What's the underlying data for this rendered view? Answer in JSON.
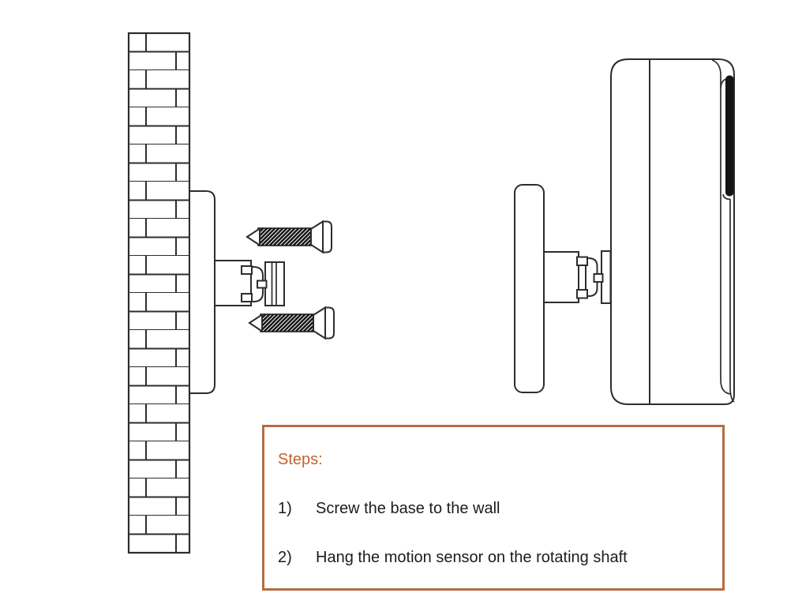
{
  "colors": {
    "line": "#2d2d2d",
    "accent": "#c2632c",
    "box_border": "#b66c44",
    "ink": "#1c1c1c"
  },
  "steps_box": {
    "title": "Steps:",
    "items": [
      {
        "num": "1)",
        "text": "Screw the base to the wall"
      },
      {
        "num": "2)",
        "text": "Hang the motion sensor on the rotating shaft"
      }
    ]
  },
  "diagram": {
    "left_scene": {
      "wall": "brick-wall",
      "base": "wall-base",
      "bracket": "mounting-bracket",
      "shaft": "rotating-shaft",
      "screws": [
        "mounting-screw-top",
        "mounting-screw-bottom"
      ]
    },
    "right_scene": {
      "base": "wall-base",
      "bracket": "mounting-bracket",
      "shaft": "rotating-shaft",
      "device": "motion-sensor-body",
      "slot": "sensor-side-slot"
    }
  }
}
